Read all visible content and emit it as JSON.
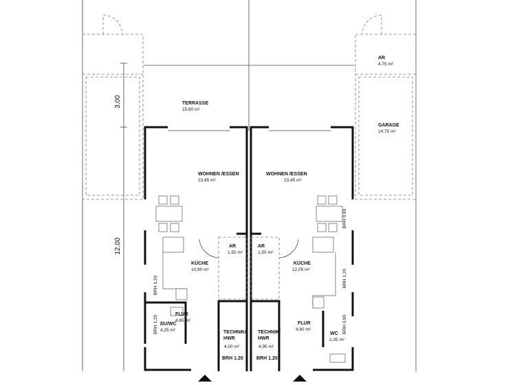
{
  "dimensions": {
    "top_depth": "3,00",
    "house_depth": "12,00"
  },
  "rooms": {
    "terrasse": {
      "name": "TERRASSE",
      "area": "15,60 m²"
    },
    "ar_outside": {
      "name": "AR",
      "area": "4,75 m²"
    },
    "garage": {
      "name": "GARAGE",
      "area": "14,75 m²"
    },
    "left": {
      "wohnen": {
        "name": "WOHNEN /ESSEN",
        "area": "23,45 m²"
      },
      "ar": {
        "name": "AR",
        "area": "1,50 m²"
      },
      "kueche": {
        "name": "KÜCHE",
        "area": "10,90 m²"
      },
      "flur": {
        "name": "FLUR",
        "area": "4,65 m²"
      },
      "duwc": {
        "name": "DU/WC",
        "area": "4,25 m²"
      },
      "technik": {
        "name1": "TECHNIK/",
        "name2": "HWR",
        "area": "4,00 m²",
        "brh": "BRH 1.20"
      },
      "brh_kueche": "BRH 1,20",
      "brh_duwc": "BRH 1,20"
    },
    "right": {
      "wohnen": {
        "name": "WOHNEN /ESSEN",
        "area": "23,45 m²"
      },
      "ar": {
        "name": "AR",
        "area": "1,50 m²"
      },
      "kueche": {
        "name": "KÜCHE",
        "area": "12,05 m²"
      },
      "flur": {
        "name": "FLUR",
        "area": "4,60 m²"
      },
      "wc": {
        "name": "WC",
        "area": "2,35 m²"
      },
      "technik": {
        "name1": "TECHNIK/",
        "name2": "HWR",
        "area": "4,95 m²",
        "brh": "BRH 1.20"
      },
      "brh_wohnen": "BRH 0,90",
      "brh_kueche": "BRH 1,20",
      "brh_wc": "BRH 0,90"
    }
  }
}
